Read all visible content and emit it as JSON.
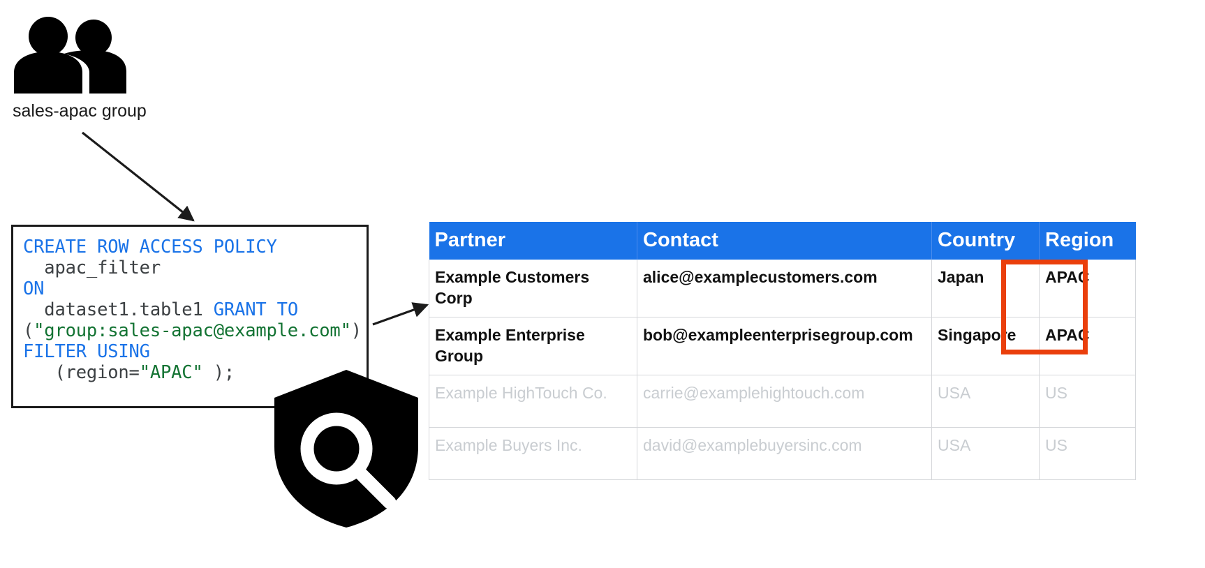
{
  "group_node": {
    "icon": "people-group-icon",
    "label": "sales-apac group"
  },
  "code_box": {
    "title": "row-access-policy-sql",
    "language": "sql",
    "colors": {
      "keyword": "#1a73e8",
      "string": "#137333",
      "plain": "#3c4043",
      "border": "#1b1b1b"
    },
    "lines": [
      {
        "segments": [
          {
            "t": "CREATE ROW ACCESS POLICY",
            "k": "kw"
          }
        ]
      },
      {
        "segments": [
          {
            "t": "  apac_filter",
            "k": "pl"
          }
        ]
      },
      {
        "segments": [
          {
            "t": "ON",
            "k": "kw"
          }
        ]
      },
      {
        "segments": [
          {
            "t": "  dataset1.table1 ",
            "k": "pl"
          },
          {
            "t": "GRANT TO",
            "k": "kw"
          }
        ]
      },
      {
        "segments": [
          {
            "t": "(",
            "k": "pl"
          },
          {
            "t": "\"group:sales-apac@example.com\"",
            "k": "str"
          },
          {
            "t": ")",
            "k": "pl"
          }
        ]
      },
      {
        "segments": [
          {
            "t": "FILTER USING",
            "k": "kw"
          }
        ]
      },
      {
        "segments": [
          {
            "t": "   (region=",
            "k": "pl"
          },
          {
            "t": "\"APAC\"",
            "k": "str"
          },
          {
            "t": " );",
            "k": "pl"
          }
        ]
      }
    ],
    "full_text": "CREATE ROW ACCESS POLICY\n  apac_filter\nON\n  dataset1.table1 GRANT TO\n(\"group:sales-apac@example.com\")\nFILTER USING\n   (region=\"APAC\" );"
  },
  "shield_node": {
    "icon": "shield-magnifier-icon"
  },
  "table": {
    "name": "partner-table",
    "header_color": "#1a73e8",
    "header_text_color": "#ffffff",
    "highlight_color": "#ea3f0c",
    "muted_text_color": "#c9cdd1",
    "columns": [
      "Partner",
      "Contact",
      "Country",
      "Region"
    ],
    "rows": [
      {
        "state": "visible",
        "partner": "Example Customers Corp",
        "contact": "alice@examplecustomers.com",
        "country": "Japan",
        "region": "APAC"
      },
      {
        "state": "visible",
        "partner": "Example Enterprise Group",
        "contact": "bob@exampleenterprisegroup.com",
        "country": "Singapore",
        "region": "APAC"
      },
      {
        "state": "filtered-out",
        "partner": "Example HighTouch Co.",
        "contact": "carrie@examplehightouch.com",
        "country": "USA",
        "region": "US"
      },
      {
        "state": "filtered-out",
        "partner": "Example Buyers Inc.",
        "contact": "david@examplebuyersinc.com",
        "country": "USA",
        "region": "US"
      }
    ]
  },
  "connectors": [
    {
      "name": "group-to-policy-arrow",
      "from": "group-node",
      "to": "code-box"
    },
    {
      "name": "policy-to-table-arrow",
      "from": "code-box",
      "to": "partner-table"
    }
  ]
}
